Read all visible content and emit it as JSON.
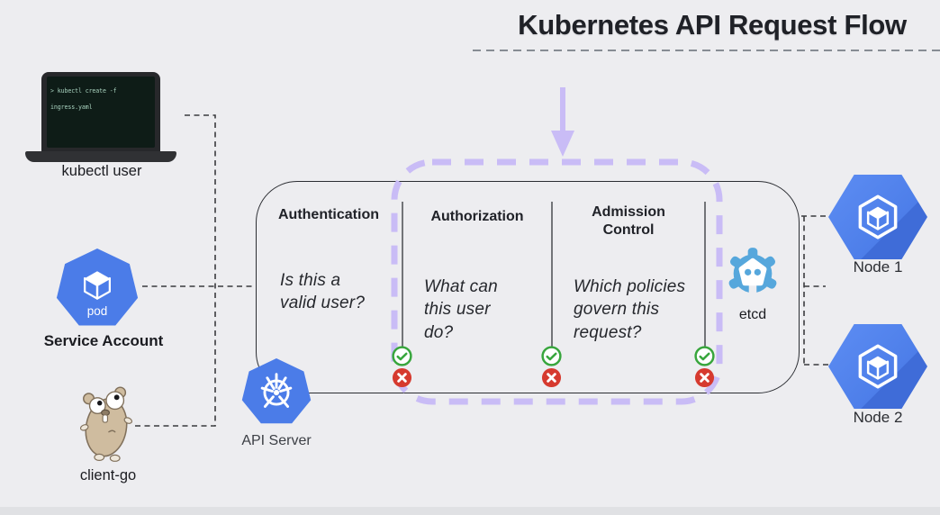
{
  "title": "Kubernetes API Request Flow",
  "terminal_command": "> kubectl create -f ingress.yaml",
  "labels": {
    "kubectl_user": "kubectl user",
    "service_account": "Service Account",
    "pod": "pod",
    "client_go": "client-go",
    "api_server": "API Server",
    "etcd": "etcd",
    "node1": "Node 1",
    "node2": "Node 2"
  },
  "stages": [
    {
      "name": "Authentication",
      "question": "Is this a\nvalid user?"
    },
    {
      "name": "Authorization",
      "question": "What can\nthis user\ndo?"
    },
    {
      "name": "Admission\nControl",
      "question": "Which policies\ngovern this\nrequest?"
    }
  ],
  "colors": {
    "background": "#ededf0",
    "title_text": "#1f2127",
    "kubernetes_blue": "#4b7ce8",
    "node_blue": "#4d7de6",
    "etcd_blue": "#56a7dc",
    "accent_purple": "#c9bcf6",
    "check_green": "#38a63d",
    "cross_red": "#d63a2f",
    "terminal_bg": "#0e1c17",
    "terminal_text": "#a9d3bf"
  }
}
